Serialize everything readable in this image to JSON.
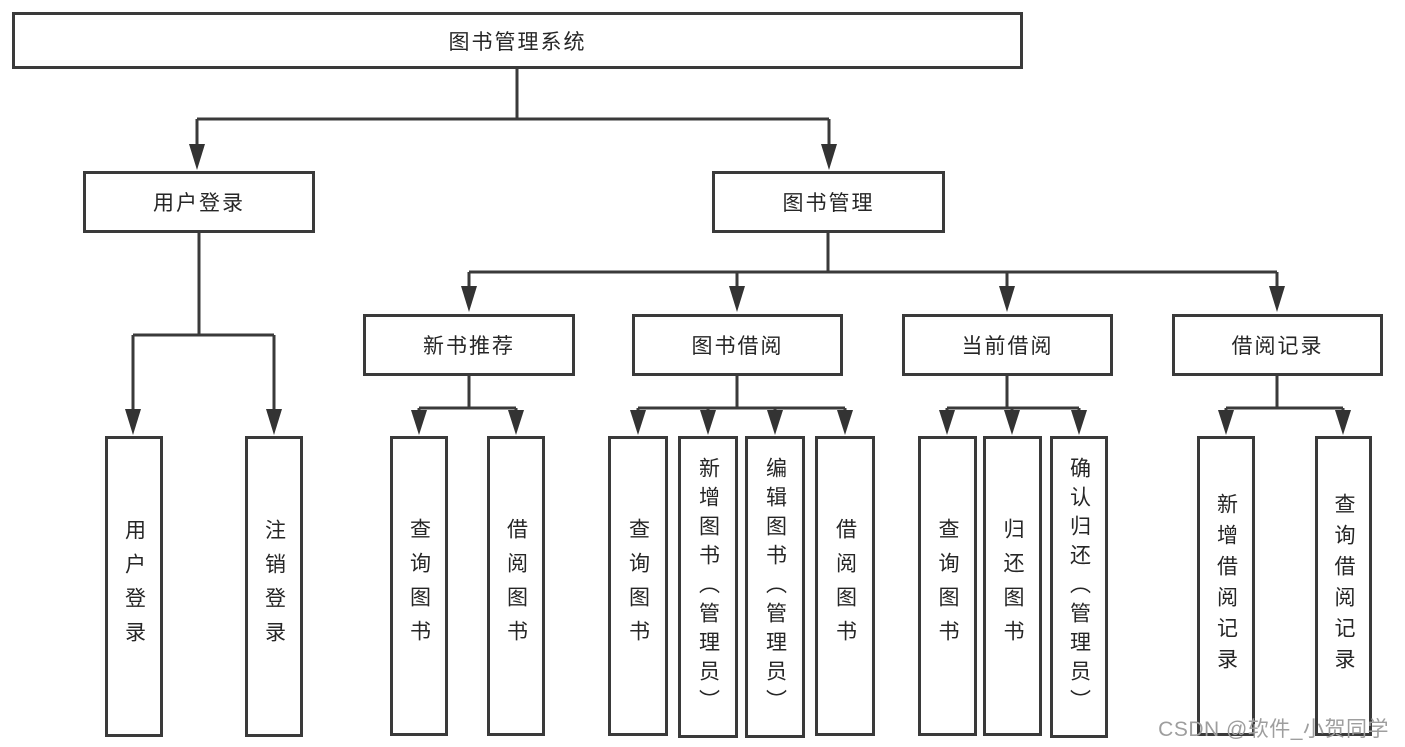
{
  "diagram": {
    "title_node": {
      "label": "图书管理系统"
    },
    "level2": {
      "user_login": {
        "label": "用户登录"
      },
      "book_mgmt": {
        "label": "图书管理"
      }
    },
    "level3": {
      "new_book_rec": {
        "label": "新书推荐"
      },
      "book_borrow": {
        "label": "图书借阅"
      },
      "current_borrow": {
        "label": "当前借阅"
      },
      "borrow_record": {
        "label": "借阅记录"
      }
    },
    "leaves": [
      {
        "label": "用户登录"
      },
      {
        "label": "注销登录"
      },
      {
        "label": "查询图书"
      },
      {
        "label": "借阅图书"
      },
      {
        "label": "查询图书"
      },
      {
        "label": "新增图书（管理员）"
      },
      {
        "label": "编辑图书（管理员）"
      },
      {
        "label": "借阅图书"
      },
      {
        "label": "查询图书"
      },
      {
        "label": "归还图书"
      },
      {
        "label": "确认归还（管理员）"
      },
      {
        "label": "新增借阅记录"
      },
      {
        "label": "查询借阅记录"
      }
    ]
  },
  "watermark": "CSDN @软件_小贺同学",
  "colors": {
    "line": "#3a3a3a",
    "text": "#262626",
    "watermark": "#9e9e9e",
    "background": "#ffffff"
  }
}
